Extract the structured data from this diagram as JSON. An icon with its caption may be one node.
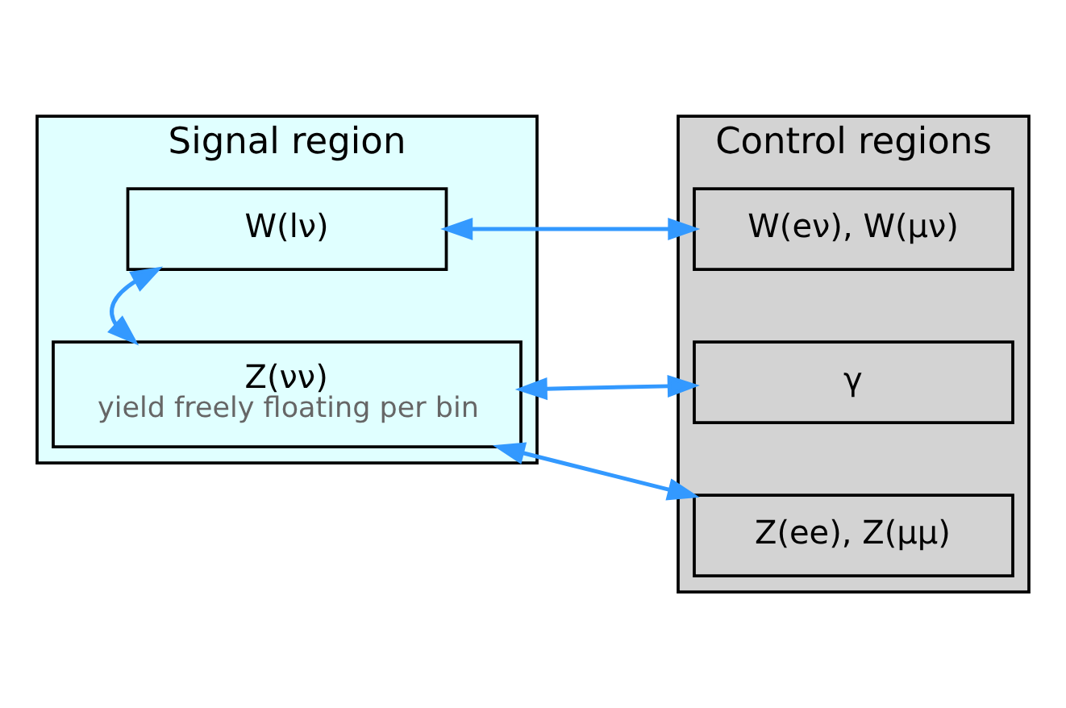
{
  "diagram": {
    "nodes": [
      {
        "text": [
          "Signal region"
        ]
      },
      {
        "text": [
          "Z(νν)",
          "yield freely floating per bin"
        ],
        "in": 0
      },
      {
        "text": [
          "W(lν)"
        ],
        "in": 0
      },
      {
        "text": [
          "Control regions"
        ]
      },
      {
        "text": [
          "Z(ee), Z(μμ)"
        ],
        "in": 3
      },
      {
        "text": [
          "γ"
        ],
        "in": 3
      },
      {
        "text": [
          "W(eν), W(μν)"
        ],
        "in": 3
      }
    ],
    "edges": [
      {
        "from": 1,
        "to": 4,
        "arrow": "both"
      },
      {
        "from": 1,
        "to": 5,
        "arrow": "both"
      },
      {
        "from": 1,
        "to": 2,
        "arrow": "both"
      },
      {
        "from": 2,
        "to": 6,
        "arrow": "both"
      }
    ]
  }
}
